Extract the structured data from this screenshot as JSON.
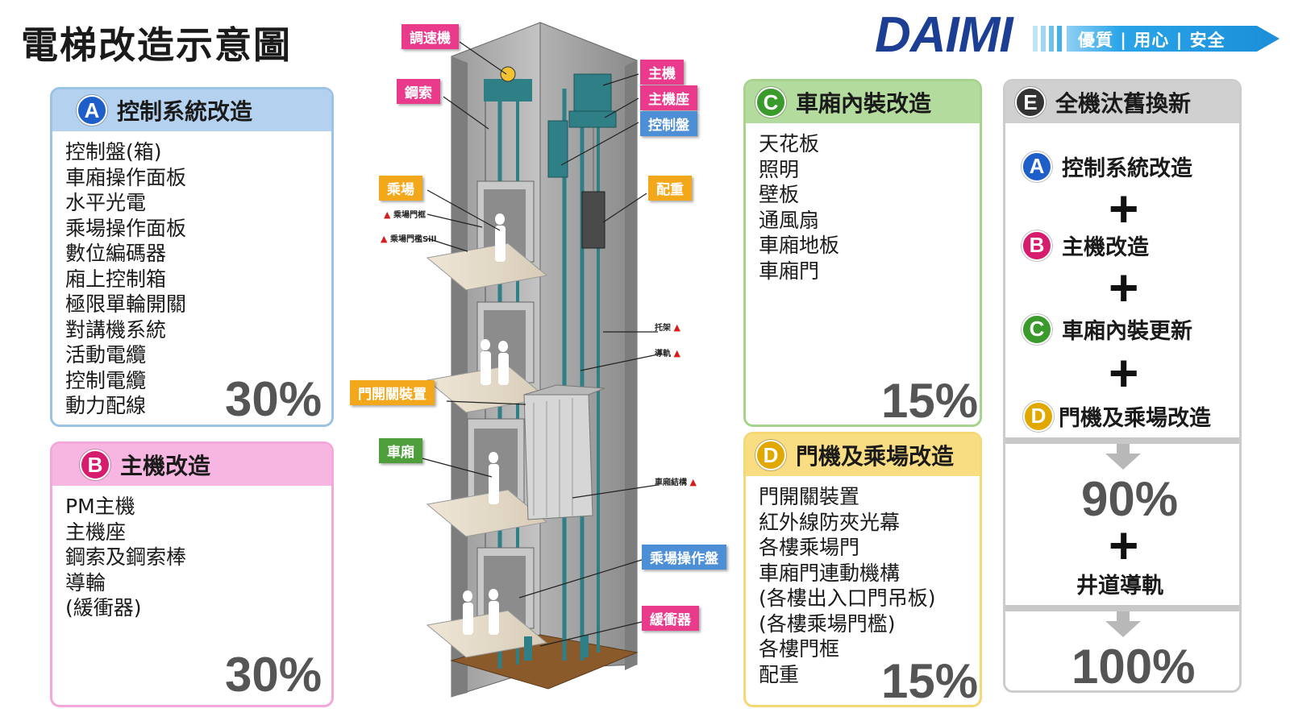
{
  "title": "電梯改造示意圖",
  "logo": {
    "brand": "DAIMI",
    "slogan": "優質 | 用心 | 安全",
    "brand_color": "#1c3f94",
    "slogan_color": "#2aa4e8"
  },
  "panels": {
    "a": {
      "badge": "A",
      "title": "控制系統改造",
      "items": [
        "控制盤(箱)",
        "車廂操作面板",
        "水平光電",
        "乘場操作面板",
        "數位編碼器",
        "廂上控制箱",
        "極限單輪開關",
        "對講機系統",
        "活動電纜",
        "控制電纜",
        "動力配線"
      ],
      "percent": "30%"
    },
    "b": {
      "badge": "B",
      "title": "主機改造",
      "items": [
        "PM主機",
        "主機座",
        "鋼索及鋼索棒",
        "導輪",
        "(緩衝器)"
      ],
      "percent": "30%"
    },
    "c": {
      "badge": "C",
      "title": "車廂內裝改造",
      "items": [
        "天花板",
        "照明",
        "壁板",
        "通風扇",
        "車廂地板",
        "車廂門"
      ],
      "percent": "15%"
    },
    "d": {
      "badge": "D",
      "title": "門機及乘場改造",
      "items": [
        "門開關裝置",
        "紅外線防夾光幕",
        "各樓乘場門",
        "車廂門連動機構",
        "(各樓出入口門吊板)",
        "(各樓乘場門檻)",
        "各樓門框",
        "配重"
      ],
      "percent": "15%"
    },
    "e": {
      "badge": "E",
      "title": "全機汰舊換新",
      "rows": [
        {
          "badge": "A",
          "label": "控制系統改造"
        },
        {
          "badge": "B",
          "label": "主機改造"
        },
        {
          "badge": "C",
          "label": "車廂內裝更新"
        },
        {
          "badge": "D",
          "label": "門機及乘場改造"
        }
      ],
      "plus": "+",
      "subtotal": "90%",
      "extra": "井道導軌",
      "total": "100%"
    }
  },
  "diagram": {
    "tags": {
      "governor": "調速機",
      "wire_rope": "鋼索",
      "traction_machine": "主機",
      "machine_base": "主機座",
      "control_panel": "控制盤",
      "landing": "乘場",
      "counterweight": "配重",
      "door_operator": "門開關裝置",
      "car": "車廂",
      "landing_panel": "乘場操作盤",
      "buffer": "緩衝器"
    },
    "small_labels": {
      "landing_door_frame": "乘場門框",
      "landing_door_sill": "乘場門檻Sill",
      "bracket": "托架",
      "guide_rail": "導軌",
      "car_structure": "車廂結構"
    }
  }
}
